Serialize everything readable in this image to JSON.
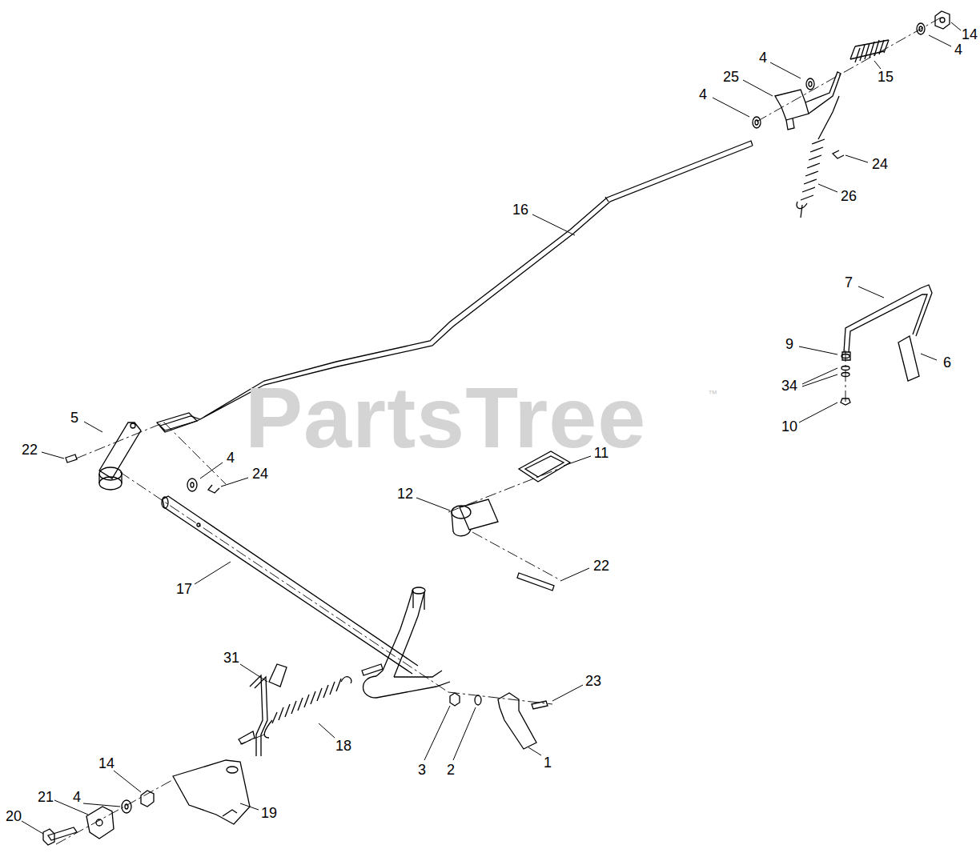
{
  "diagram": {
    "labels": [
      "14",
      "4",
      "4",
      "25",
      "15",
      "4",
      "24",
      "26",
      "16",
      "7",
      "9",
      "6",
      "34",
      "10",
      "5",
      "22",
      "4",
      "24",
      "11",
      "12",
      "22",
      "17",
      "31",
      "23",
      "18",
      "14",
      "3",
      "2",
      "1",
      "4",
      "21",
      "19",
      "20",
      "PartsTree",
      "™"
    ]
  }
}
